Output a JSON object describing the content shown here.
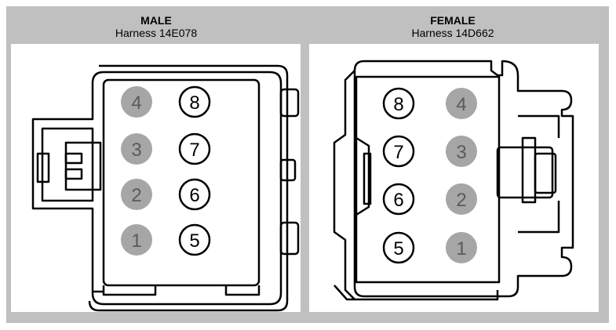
{
  "male": {
    "title": "MALE",
    "subtitle": "Harness  14E078",
    "pins_filled": [
      "4",
      "3",
      "2",
      "1"
    ],
    "pins_open": [
      "8",
      "7",
      "6",
      "5"
    ]
  },
  "female": {
    "title": "FEMALE",
    "subtitle": "Harness  14D662",
    "pins_open": [
      "8",
      "7",
      "6",
      "5"
    ],
    "pins_filled": [
      "4",
      "3",
      "2",
      "1"
    ]
  },
  "colors": {
    "frame": "#c0c0c0",
    "pin_filled": "#a6a6a6",
    "pin_filled_text": "#5a5a5a",
    "outline": "#000000"
  }
}
